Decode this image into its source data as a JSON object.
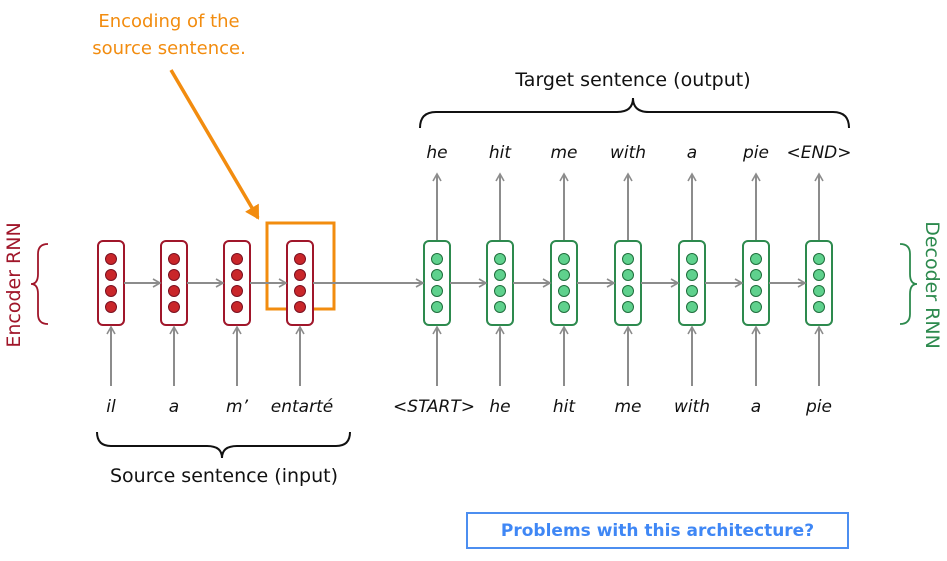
{
  "encoding_note": [
    "Encoding of the",
    "source sentence."
  ],
  "target_title": "Target sentence (output)",
  "source_title": "Source sentence (input)",
  "encoder_label": "Encoder RNN",
  "decoder_label": "Decoder RNN",
  "problems_text": "Problems with this architecture?",
  "source_words": [
    "il",
    "a",
    "m’",
    "entarté"
  ],
  "decoder_inputs": [
    "<START>",
    "he",
    "hit",
    "me",
    "with",
    "a",
    "pie"
  ],
  "decoder_outputs": [
    "he",
    "hit",
    "me",
    "with",
    "a",
    "pie",
    "<END>"
  ],
  "colors": {
    "encoder": "#a0162a",
    "encoder_dot": "#c9262a",
    "decoder": "#2d8a4e",
    "decoder_dot": "#5fd18d",
    "highlight": "#f28c0f",
    "arrow": "#8c8c8c",
    "problems": "#3f87f5"
  }
}
